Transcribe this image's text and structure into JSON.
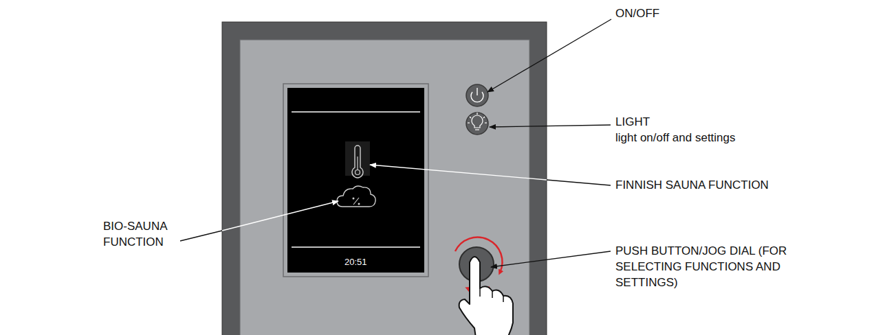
{
  "diagram": {
    "nodes": [
      {
        "text": [
          "20:51"
        ]
      }
    ],
    "labels": [
      "ON/OFF",
      "LIGHT",
      "light on/off and settings",
      "FINNISH SAUNA FUNCTION",
      "BIO-SAUNA FUNCTION",
      "PUSH BUTTON/JOG DIAL (FOR SELECTING FUNCTIONS AND SETTINGS)"
    ]
  }
}
